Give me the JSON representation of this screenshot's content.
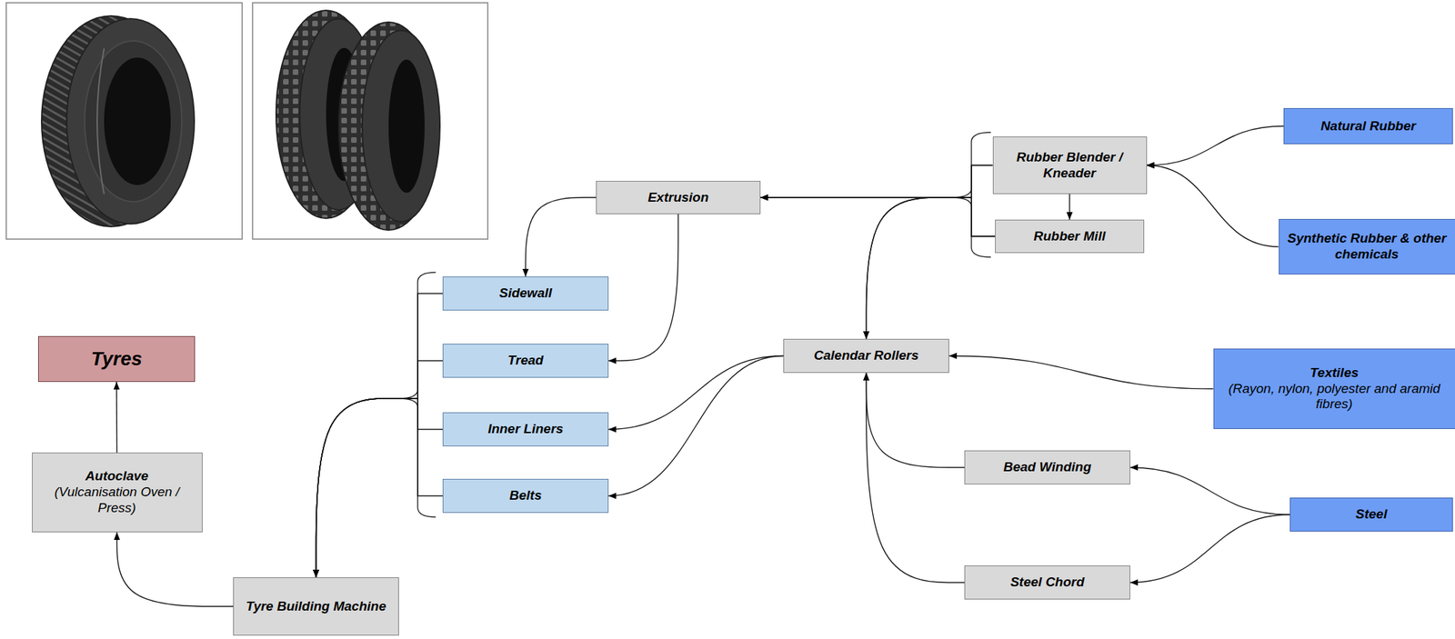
{
  "diagram": {
    "nodes": [
      {
        "text": [
          "Natural Rubber"
        ]
      },
      {
        "text": [
          "Rubber Blender / Kneader"
        ]
      },
      {
        "text": [
          "Extrusion"
        ]
      },
      {
        "text": [
          "Synthetic Rubber & other chemicals"
        ]
      },
      {
        "text": [
          "Rubber Mill"
        ]
      },
      {
        "text": [
          "Sidewall"
        ]
      },
      {
        "text": [
          "Tyres"
        ]
      },
      {
        "text": [
          "Calendar Rollers"
        ]
      },
      {
        "text": [
          "Tread"
        ]
      },
      {
        "text": [
          "Textiles",
          "(Rayon, nylon, polyester and aramid fibres)"
        ]
      },
      {
        "text": [
          "Inner Liners"
        ]
      },
      {
        "text": [
          "Bead Winding"
        ]
      },
      {
        "text": [
          "Autoclave",
          "(Vulcanisation Oven / Press)"
        ]
      },
      {
        "text": [
          "Belts"
        ]
      },
      {
        "text": [
          "Steel"
        ]
      },
      {
        "text": [
          "Steel Chord"
        ]
      },
      {
        "text": [
          "Tyre Building Machine"
        ]
      }
    ],
    "edges": [
      {
        "from": 0,
        "to": 1,
        "arrow": "to"
      },
      {
        "from": 3,
        "to": 1,
        "arrow": "to"
      },
      {
        "from": 1,
        "to": 4,
        "arrow": "to"
      },
      {
        "from": 1,
        "to": 2,
        "arrow": "to"
      },
      {
        "from": 4,
        "to": 2,
        "arrow": "to"
      },
      {
        "from": 1,
        "to": 7,
        "arrow": "to"
      },
      {
        "from": 4,
        "to": 7,
        "arrow": "to"
      },
      {
        "from": 2,
        "to": 5,
        "arrow": "to"
      },
      {
        "from": 2,
        "to": 8,
        "arrow": "to"
      },
      {
        "from": 9,
        "to": 7,
        "arrow": "to"
      },
      {
        "from": 11,
        "to": 7,
        "arrow": "to"
      },
      {
        "from": 15,
        "to": 7,
        "arrow": "to"
      },
      {
        "from": 14,
        "to": 11,
        "arrow": "to"
      },
      {
        "from": 14,
        "to": 15,
        "arrow": "to"
      },
      {
        "from": 7,
        "to": 10,
        "arrow": "to"
      },
      {
        "from": 7,
        "to": 13,
        "arrow": "to"
      },
      {
        "from": 5,
        "to": 16,
        "arrow": "to"
      },
      {
        "from": 8,
        "to": 16,
        "arrow": "to"
      },
      {
        "from": 10,
        "to": 16,
        "arrow": "to"
      },
      {
        "from": 13,
        "to": 16,
        "arrow": "to"
      },
      {
        "from": 16,
        "to": 12,
        "arrow": "to"
      },
      {
        "from": 12,
        "to": 6,
        "arrow": "to"
      }
    ]
  }
}
